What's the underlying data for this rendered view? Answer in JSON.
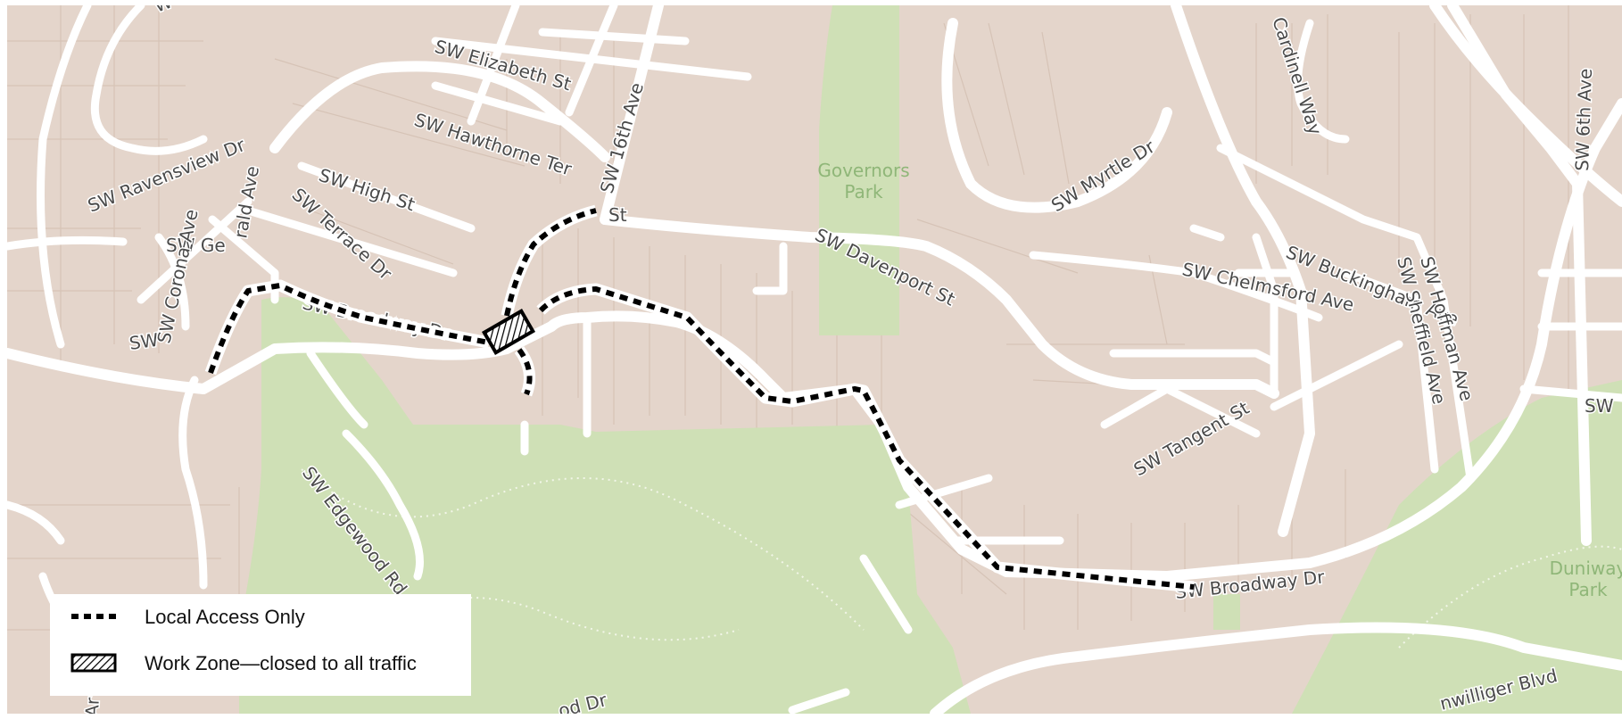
{
  "map": {
    "colors": {
      "land": "#e4d5cb",
      "road": "#ffffff",
      "park": "#cfe0b6",
      "parcel_line": "#d6c3b6",
      "route": "#000000"
    },
    "streets": {
      "elizabeth": "SW Elizabeth St",
      "hawthorne": "SW Hawthorne Ter",
      "sixteenth": "SW 16th Ave",
      "ravensview": "SW Ravensview Dr",
      "high": "SW High St",
      "gerald_ave": "rald Ave",
      "terrace": "SW Terrace Dr",
      "ge": "SW Ge",
      "corona": "SW Corona Ave",
      "sw_left": "SW",
      "broadway_west": "SW Broadway Dr",
      "st_fragment": "St",
      "davenport": "SW Davenport St",
      "myrtle": "SW Myrtle Dr",
      "cardinell": "Cardinell Way",
      "sixth": "SW 6th Ave",
      "buckingham": "SW Buckingham Ave",
      "chelmsford": "SW Chelmsford Ave",
      "sheffield": "SW Sheffield Ave",
      "hoffman": "SW Hoffman Ave",
      "sw_right": "SW",
      "tangent": "SW Tangent St",
      "edgewood": "SW Edgewood Rd",
      "broadway_east": "SW Broadway Dr",
      "terwilliger": "nwilliger Blvd",
      "wood_fragment": "od Dr",
      "ar_fragment": "Ar",
      "w_fragment": "W"
    },
    "parks": {
      "governors": [
        "Governors",
        "Park"
      ],
      "duniway": [
        "Duniway",
        "Park"
      ]
    }
  },
  "legend": {
    "local_access_label": "Local Access Only",
    "work_zone_label": "Work Zone—closed to all traffic",
    "local_access_icon": "dotted-line-icon",
    "work_zone_icon": "hatched-box-icon"
  }
}
